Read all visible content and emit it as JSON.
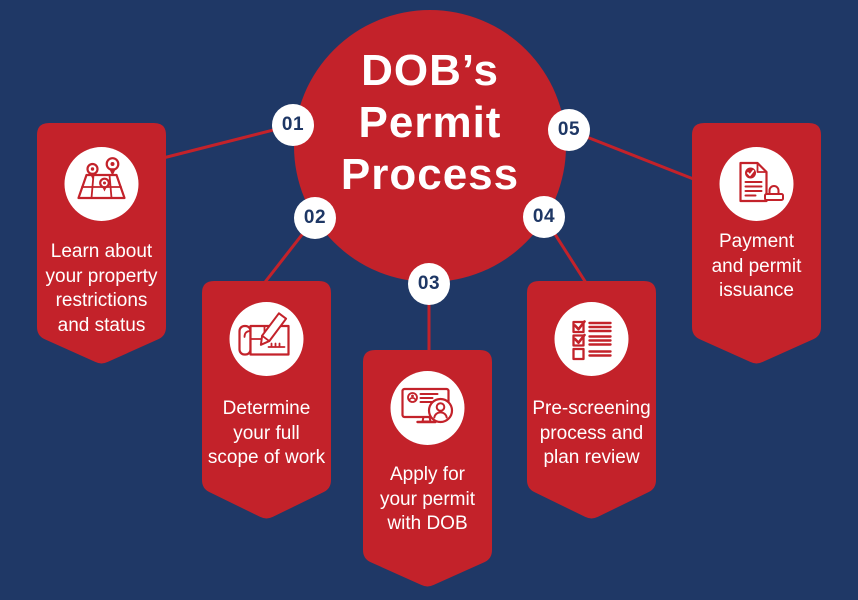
{
  "title": {
    "text": "DOB’s\nPermit\nProcess"
  },
  "colors": {
    "background_navy": "#1f3866",
    "accent_red": "#c3222a",
    "white": "#ffffff",
    "number_navy": "#1e3765"
  },
  "steps": [
    {
      "number": "01",
      "label": "Learn about\nyour property\nrestrictions\nand status",
      "icon": "map-location-icon"
    },
    {
      "number": "02",
      "label": "Determine\nyour full\nscope of work",
      "icon": "blueprint-pencil-icon"
    },
    {
      "number": "03",
      "label": "Apply for\nyour permit\nwith DOB",
      "icon": "computer-application-icon"
    },
    {
      "number": "04",
      "label": "Pre-screening\nprocess and\nplan review",
      "icon": "checklist-icon"
    },
    {
      "number": "05",
      "label": "Payment\nand permit\nissuance",
      "icon": "document-stamp-icon"
    }
  ]
}
